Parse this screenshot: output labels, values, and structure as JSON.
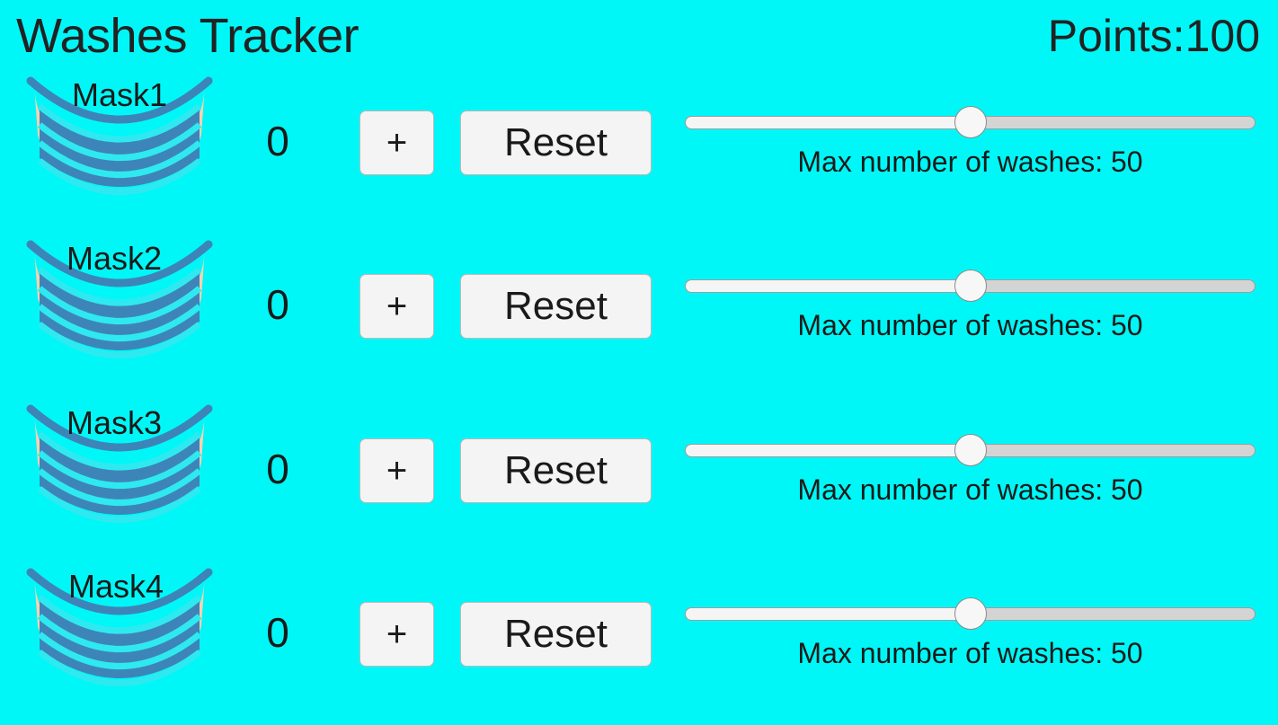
{
  "header": {
    "title": "Washes Tracker",
    "points_label": "Points:100"
  },
  "row_controls": {
    "increment_label": "+",
    "reset_label": "Reset"
  },
  "rows": [
    {
      "mask_label": "Mask1",
      "count": "0",
      "increment_label": "+",
      "reset_label": "Reset",
      "slider_caption": "Max number of washes: 50",
      "slider_value": 50,
      "slider_min": 0,
      "slider_max": 100,
      "slider_percent": 50
    },
    {
      "mask_label": "Mask2",
      "count": "0",
      "increment_label": "+",
      "reset_label": "Reset",
      "slider_caption": "Max number of washes: 50",
      "slider_value": 50,
      "slider_min": 0,
      "slider_max": 100,
      "slider_percent": 50
    },
    {
      "mask_label": "Mask3",
      "count": "0",
      "increment_label": "+",
      "reset_label": "Reset",
      "slider_caption": "Max number of washes: 50",
      "slider_value": 50,
      "slider_min": 0,
      "slider_max": 100,
      "slider_percent": 50
    },
    {
      "mask_label": "Mask4",
      "count": "0",
      "increment_label": "+",
      "reset_label": "Reset",
      "slider_caption": "Max number of washes: 50",
      "slider_value": 50,
      "slider_min": 0,
      "slider_max": 100,
      "slider_percent": 50
    }
  ],
  "icons": {
    "mask": "face-mask-icon"
  },
  "colors": {
    "background": "#00f7f7",
    "text": "#1a1a1a",
    "mask_blue": "#3d85b8",
    "mask_pleat": "#2fe9f0",
    "mask_strap": "#f9d2b0",
    "button_face": "#f4f4f4",
    "button_border": "#b9b9b9",
    "slider_track": "#d4d4d4",
    "slider_fill": "#f5f5f5"
  }
}
